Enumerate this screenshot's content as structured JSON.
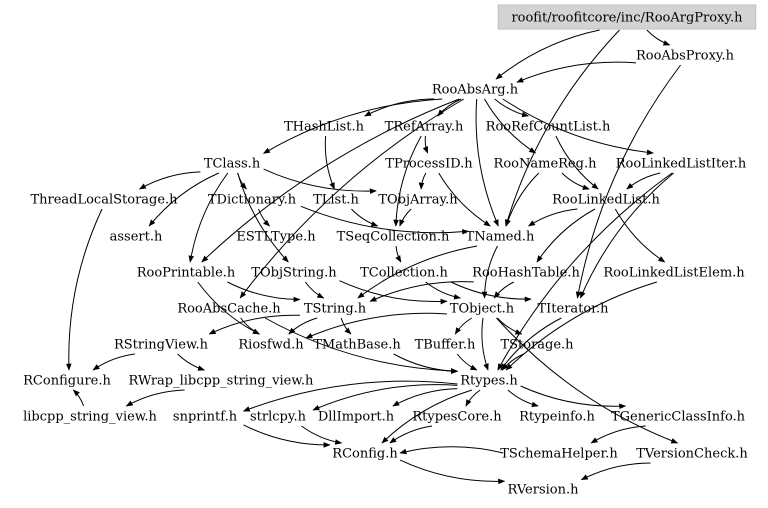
{
  "diagram": {
    "root": {
      "id": "root",
      "label": "roofit/roofitcore/inc/RooArgProxy.h"
    },
    "nodes": [
      {
        "id": "RooAbsProxy",
        "label": "RooAbsProxy.h"
      },
      {
        "id": "RooAbsArg",
        "label": "RooAbsArg.h"
      },
      {
        "id": "THashList",
        "label": "THashList.h"
      },
      {
        "id": "TRefArray",
        "label": "TRefArray.h"
      },
      {
        "id": "RooRefCountList",
        "label": "RooRefCountList.h"
      },
      {
        "id": "TClass",
        "label": "TClass.h"
      },
      {
        "id": "TProcessID",
        "label": "TProcessID.h"
      },
      {
        "id": "RooNameReg",
        "label": "RooNameReg.h"
      },
      {
        "id": "RooLinkedListIter",
        "label": "RooLinkedListIter.h"
      },
      {
        "id": "ThreadLocalStorage",
        "label": "ThreadLocalStorage.h"
      },
      {
        "id": "TDictionary",
        "label": "TDictionary.h"
      },
      {
        "id": "TList",
        "label": "TList.h"
      },
      {
        "id": "TObjArray",
        "label": "TObjArray.h"
      },
      {
        "id": "RooLinkedList",
        "label": "RooLinkedList.h"
      },
      {
        "id": "assert",
        "label": "assert.h"
      },
      {
        "id": "ESTLType",
        "label": "ESTLType.h"
      },
      {
        "id": "TSeqCollection",
        "label": "TSeqCollection.h"
      },
      {
        "id": "TNamed",
        "label": "TNamed.h"
      },
      {
        "id": "RooPrintable",
        "label": "RooPrintable.h"
      },
      {
        "id": "TObjString",
        "label": "TObjString.h"
      },
      {
        "id": "TCollection",
        "label": "TCollection.h"
      },
      {
        "id": "RooHashTable",
        "label": "RooHashTable.h"
      },
      {
        "id": "RooLinkedListElem",
        "label": "RooLinkedListElem.h"
      },
      {
        "id": "RooAbsCache",
        "label": "RooAbsCache.h"
      },
      {
        "id": "TString",
        "label": "TString.h"
      },
      {
        "id": "TObject",
        "label": "TObject.h"
      },
      {
        "id": "TIterator",
        "label": "TIterator.h"
      },
      {
        "id": "RStringView",
        "label": "RStringView.h"
      },
      {
        "id": "Riosfwd",
        "label": "Riosfwd.h"
      },
      {
        "id": "TMathBase",
        "label": "TMathBase.h"
      },
      {
        "id": "TBuffer",
        "label": "TBuffer.h"
      },
      {
        "id": "TStorage",
        "label": "TStorage.h"
      },
      {
        "id": "RConfigure",
        "label": "RConfigure.h"
      },
      {
        "id": "RWrap",
        "label": "RWrap_libcpp_string_view.h"
      },
      {
        "id": "Rtypes",
        "label": "Rtypes.h"
      },
      {
        "id": "libcpp",
        "label": "libcpp_string_view.h"
      },
      {
        "id": "snprintf",
        "label": "snprintf.h"
      },
      {
        "id": "strlcpy",
        "label": "strlcpy.h"
      },
      {
        "id": "DllImport",
        "label": "DllImport.h"
      },
      {
        "id": "RtypesCore",
        "label": "RtypesCore.h"
      },
      {
        "id": "Rtypeinfo",
        "label": "Rtypeinfo.h"
      },
      {
        "id": "TGenericClassInfo",
        "label": "TGenericClassInfo.h"
      },
      {
        "id": "RConfig",
        "label": "RConfig.h"
      },
      {
        "id": "TSchemaHelper",
        "label": "TSchemaHelper.h"
      },
      {
        "id": "TVersionCheck",
        "label": "TVersionCheck.h"
      },
      {
        "id": "RVersion",
        "label": "RVersion.h"
      }
    ],
    "edges": [
      [
        "root",
        "RooAbsProxy"
      ],
      [
        "root",
        "RooAbsArg"
      ],
      [
        "root",
        "TNamed"
      ],
      [
        "RooAbsProxy",
        "RooAbsArg"
      ],
      [
        "RooAbsProxy",
        "TIterator"
      ],
      [
        "RooAbsArg",
        "THashList"
      ],
      [
        "RooAbsArg",
        "TRefArray"
      ],
      [
        "RooAbsArg",
        "RooRefCountList"
      ],
      [
        "RooAbsArg",
        "RooLinkedListIter"
      ],
      [
        "RooAbsArg",
        "TClass"
      ],
      [
        "RooAbsArg",
        "RooNameReg"
      ],
      [
        "RooAbsArg",
        "RooPrintable"
      ],
      [
        "RooAbsArg",
        "RooAbsCache"
      ],
      [
        "RooAbsArg",
        "TNamed"
      ],
      [
        "THashList",
        "TList"
      ],
      [
        "TRefArray",
        "TProcessID"
      ],
      [
        "TRefArray",
        "TSeqCollection"
      ],
      [
        "RooRefCountList",
        "RooLinkedList"
      ],
      [
        "TClass",
        "ThreadLocalStorage"
      ],
      [
        "TClass",
        "TDictionary"
      ],
      [
        "TClass",
        "TObjArray"
      ],
      [
        "TClass",
        "assert"
      ],
      [
        "TClass",
        "TObjString"
      ],
      [
        "TClass",
        "RooPrintable"
      ],
      [
        "TProcessID",
        "TObjArray"
      ],
      [
        "TProcessID",
        "TNamed"
      ],
      [
        "RooNameReg",
        "TNamed"
      ],
      [
        "RooNameReg",
        "RooLinkedList"
      ],
      [
        "RooLinkedListIter",
        "RooLinkedList"
      ],
      [
        "RooLinkedListIter",
        "TIterator"
      ],
      [
        "RooLinkedListIter",
        "Rtypes"
      ],
      [
        "ThreadLocalStorage",
        "RConfigure"
      ],
      [
        "TDictionary",
        "ESTLType"
      ],
      [
        "TDictionary",
        "TNamed"
      ],
      [
        "TList",
        "TSeqCollection"
      ],
      [
        "TObjArray",
        "TSeqCollection"
      ],
      [
        "RooLinkedList",
        "RooLinkedListElem"
      ],
      [
        "RooLinkedList",
        "RooHashTable"
      ],
      [
        "RooLinkedList",
        "TNamed"
      ],
      [
        "TSeqCollection",
        "TCollection"
      ],
      [
        "TNamed",
        "TObject"
      ],
      [
        "TNamed",
        "TString"
      ],
      [
        "RooPrintable",
        "TString"
      ],
      [
        "RooPrintable",
        "Riosfwd"
      ],
      [
        "TObjString",
        "TObject"
      ],
      [
        "TObjString",
        "TString"
      ],
      [
        "TCollection",
        "TObject"
      ],
      [
        "TCollection",
        "TIterator"
      ],
      [
        "RooHashTable",
        "TObject"
      ],
      [
        "RooHashTable",
        "TString"
      ],
      [
        "RooLinkedListElem",
        "Rtypes"
      ],
      [
        "RooAbsCache",
        "Riosfwd"
      ],
      [
        "RooAbsCache",
        "Rtypes"
      ],
      [
        "TString",
        "Riosfwd"
      ],
      [
        "TString",
        "TMathBase"
      ],
      [
        "TString",
        "RStringView"
      ],
      [
        "TObject",
        "Riosfwd"
      ],
      [
        "TObject",
        "TBuffer"
      ],
      [
        "TObject",
        "TStorage"
      ],
      [
        "TObject",
        "Rtypes"
      ],
      [
        "TObject",
        "TVersionCheck"
      ],
      [
        "TIterator",
        "Rtypes"
      ],
      [
        "RStringView",
        "RConfigure"
      ],
      [
        "RStringView",
        "RWrap"
      ],
      [
        "RWrap",
        "libcpp"
      ],
      [
        "TMathBase",
        "Rtypes"
      ],
      [
        "TBuffer",
        "Rtypes"
      ],
      [
        "TStorage",
        "Rtypes"
      ],
      [
        "Rtypes",
        "snprintf"
      ],
      [
        "Rtypes",
        "strlcpy"
      ],
      [
        "Rtypes",
        "DllImport"
      ],
      [
        "Rtypes",
        "RtypesCore"
      ],
      [
        "Rtypes",
        "Rtypeinfo"
      ],
      [
        "Rtypes",
        "TGenericClassInfo"
      ],
      [
        "Rtypes",
        "RConfig"
      ],
      [
        "snprintf",
        "RConfig"
      ],
      [
        "strlcpy",
        "RConfig"
      ],
      [
        "RtypesCore",
        "RConfig"
      ],
      [
        "TGenericClassInfo",
        "TSchemaHelper"
      ],
      [
        "TSchemaHelper",
        "RConfig"
      ],
      [
        "TVersionCheck",
        "RVersion"
      ],
      [
        "RConfig",
        "RVersion"
      ],
      [
        "libcpp",
        "RConfigure"
      ]
    ]
  }
}
